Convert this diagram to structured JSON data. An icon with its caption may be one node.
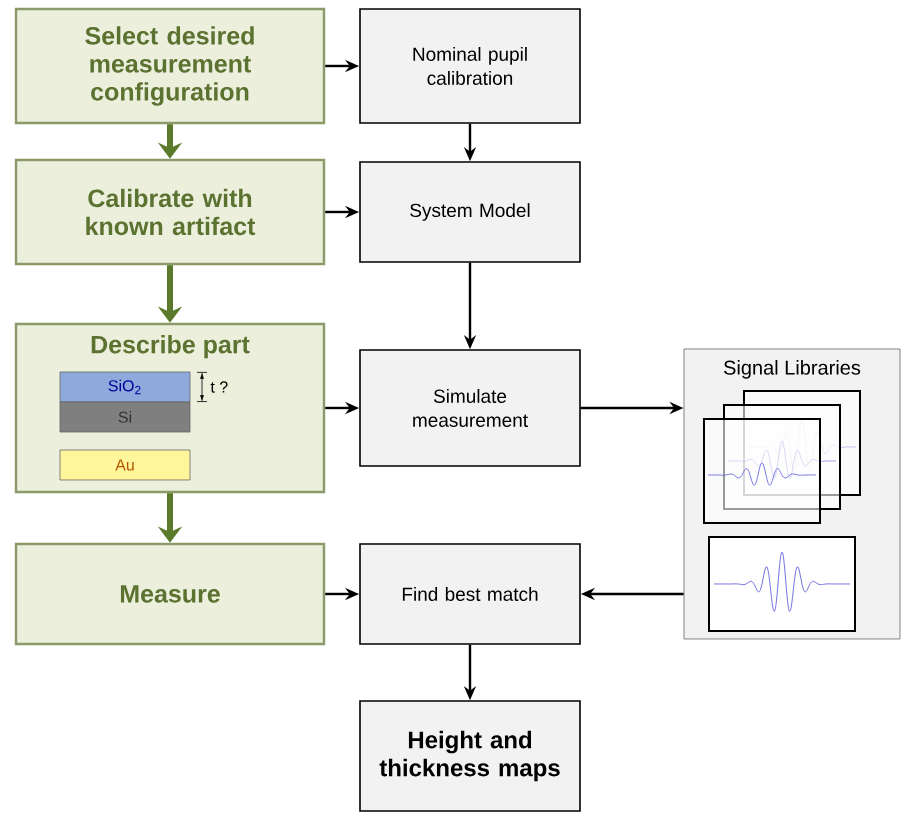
{
  "diagram": {
    "nodes": [
      {
        "text": [
          "Select desired measurement configuration"
        ]
      },
      {
        "text": [
          "Calibrate with known artifact"
        ]
      },
      {
        "text": [
          "Describe part"
        ]
      },
      {
        "text": [
          "SiO$_{2}$"
        ],
        "in": 2
      },
      {
        "text": [
          "Si"
        ],
        "in": 2
      },
      {
        "text": [
          "Au"
        ],
        "in": 2
      },
      {
        "text": [
          "Measure"
        ]
      },
      {
        "text": [
          "Nominal pupil calibration"
        ]
      },
      {
        "text": [
          "System Model"
        ]
      },
      {
        "text": [
          "Simulate measurement"
        ]
      },
      {
        "text": [
          "Find best match"
        ]
      },
      {
        "text": [
          "Height and thickness maps"
        ]
      },
      {
        "text": [
          "Signal Libraries"
        ]
      },
      {
        "text": [],
        "shape": "picture",
        "in": 12
      },
      {
        "text": [],
        "shape": "picture",
        "in": 12
      }
    ],
    "edges": [
      {
        "from": 0,
        "to": 1,
        "arrow": "to",
        "style": "thick",
        "color": "#5b7a2b"
      },
      {
        "from": 1,
        "to": 2,
        "arrow": "to",
        "style": "thick",
        "color": "#5b7a2b"
      },
      {
        "from": 2,
        "to": 6,
        "arrow": "to",
        "style": "thick",
        "color": "#5b7a2b"
      },
      {
        "from": 0,
        "to": 7,
        "arrow": "to"
      },
      {
        "from": 1,
        "to": 8,
        "arrow": "to"
      },
      {
        "from": 2,
        "to": 9,
        "arrow": "to"
      },
      {
        "from": 6,
        "to": 10,
        "arrow": "to"
      },
      {
        "from": 7,
        "to": 8,
        "arrow": "to"
      },
      {
        "from": 8,
        "to": 9,
        "arrow": "to"
      },
      {
        "from": 9,
        "to": 12,
        "arrow": "to"
      },
      {
        "from": 12,
        "to": 10,
        "arrow": "to"
      },
      {
        "from": 10,
        "to": 11,
        "arrow": "to"
      }
    ],
    "labels": [
      "t ?"
    ]
  }
}
